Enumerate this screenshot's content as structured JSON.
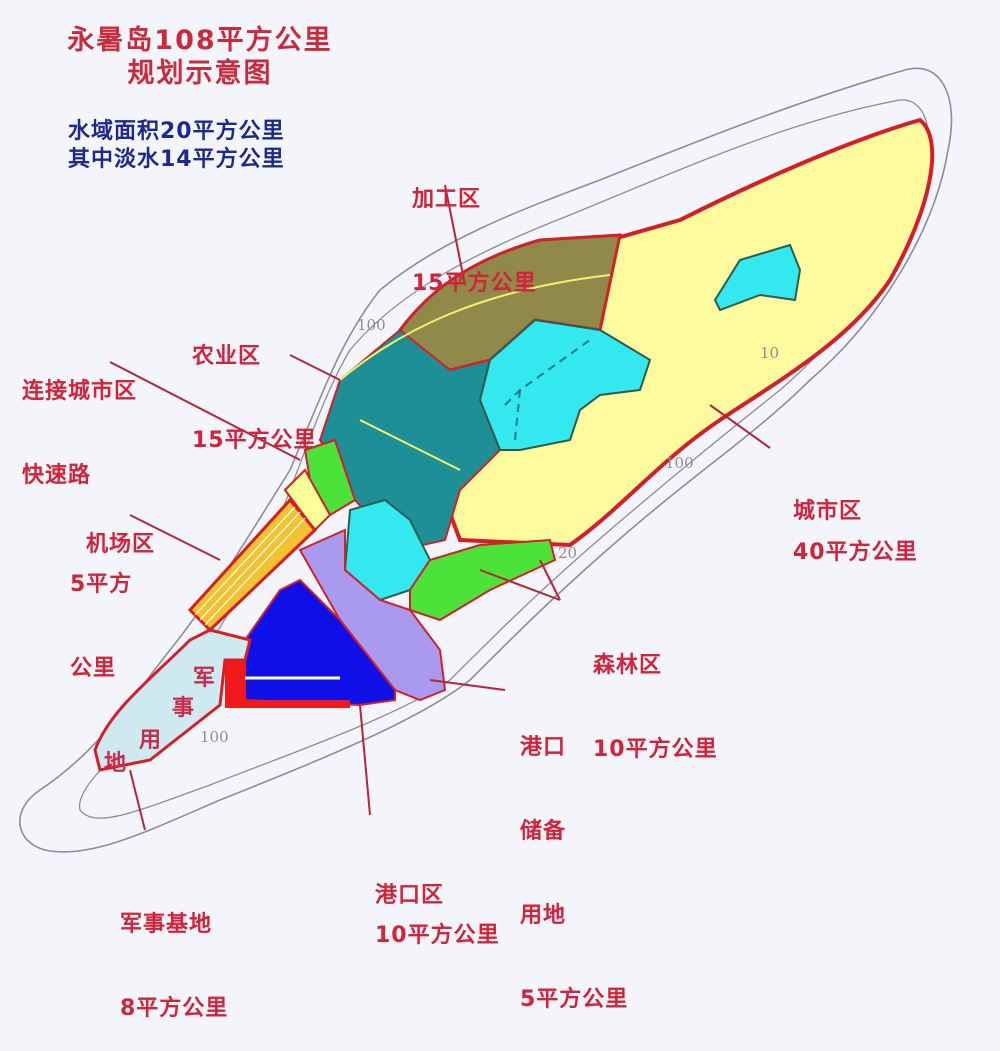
{
  "title": {
    "line1": "永暑岛108平方公里",
    "line2": "规划示意图"
  },
  "subtitle": {
    "line1": "水域面积20平方公里",
    "line2": "其中淡水14平方公里"
  },
  "zones": [
    {
      "id": "processing",
      "name": "加工区",
      "area": "15平方公里",
      "color": "#8f8a4a"
    },
    {
      "id": "agriculture",
      "name": "农业区",
      "area": "15平方公里",
      "color": "#1e8f94"
    },
    {
      "id": "expressway",
      "name": "连接城市区",
      "name2": "快速路",
      "color": "#ffff99"
    },
    {
      "id": "airport",
      "name": "机场区",
      "area_line1": "5平方",
      "area_line2": "公里",
      "color": "#f2c230"
    },
    {
      "id": "city",
      "name": "城市区",
      "area": "40平方公里",
      "color": "#fefa9e"
    },
    {
      "id": "forest",
      "name": "森林区",
      "area": "10平方公里",
      "color": "#4be33a"
    },
    {
      "id": "port_reserve",
      "name_line1": "港口",
      "name_line2": "储备",
      "name_line3": "用地",
      "area": "5平方公里",
      "color": "#a99af0"
    },
    {
      "id": "port",
      "name": "港口区",
      "area": "10平方公里",
      "color": "#1010e8"
    },
    {
      "id": "military_base",
      "name": "军事基地",
      "area": "8平方公里",
      "color": "#cfe9f0"
    },
    {
      "id": "water",
      "name": "水域",
      "color": "#33e8ee"
    }
  ],
  "military_land_vertical": [
    "军",
    "事",
    "用",
    "地"
  ],
  "contours": {
    "c1": "100",
    "c2": "10",
    "c3": "100",
    "c4": "20",
    "c5": "100"
  },
  "colors": {
    "label_red": "#d2233a",
    "subtitle_blue": "#1c2a8f",
    "boundary_red": "#d41f28",
    "contour_gray": "#8d8d95",
    "background": "#f4f5fa"
  }
}
